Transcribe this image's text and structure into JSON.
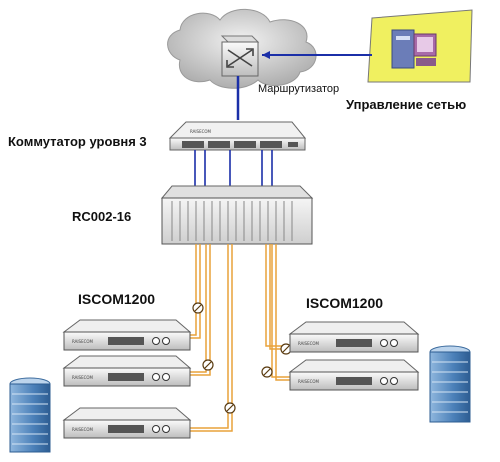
{
  "labels": {
    "router": "Маршрутизатор",
    "management": "Управление сетью",
    "l3_switch": "Коммутатор уровня 3",
    "rc": "RC002-16",
    "iscom_left": "ISCOM1200",
    "iscom_right": "ISCOM1200"
  },
  "colors": {
    "cloud": "#d6d6d6",
    "panel_yellow": "#f0f060",
    "link_blue": "#1b2fa8",
    "fiber_orange": "#e9a23a",
    "device_body": "#e4e4e4",
    "building_blue": "#4a7fb8"
  }
}
